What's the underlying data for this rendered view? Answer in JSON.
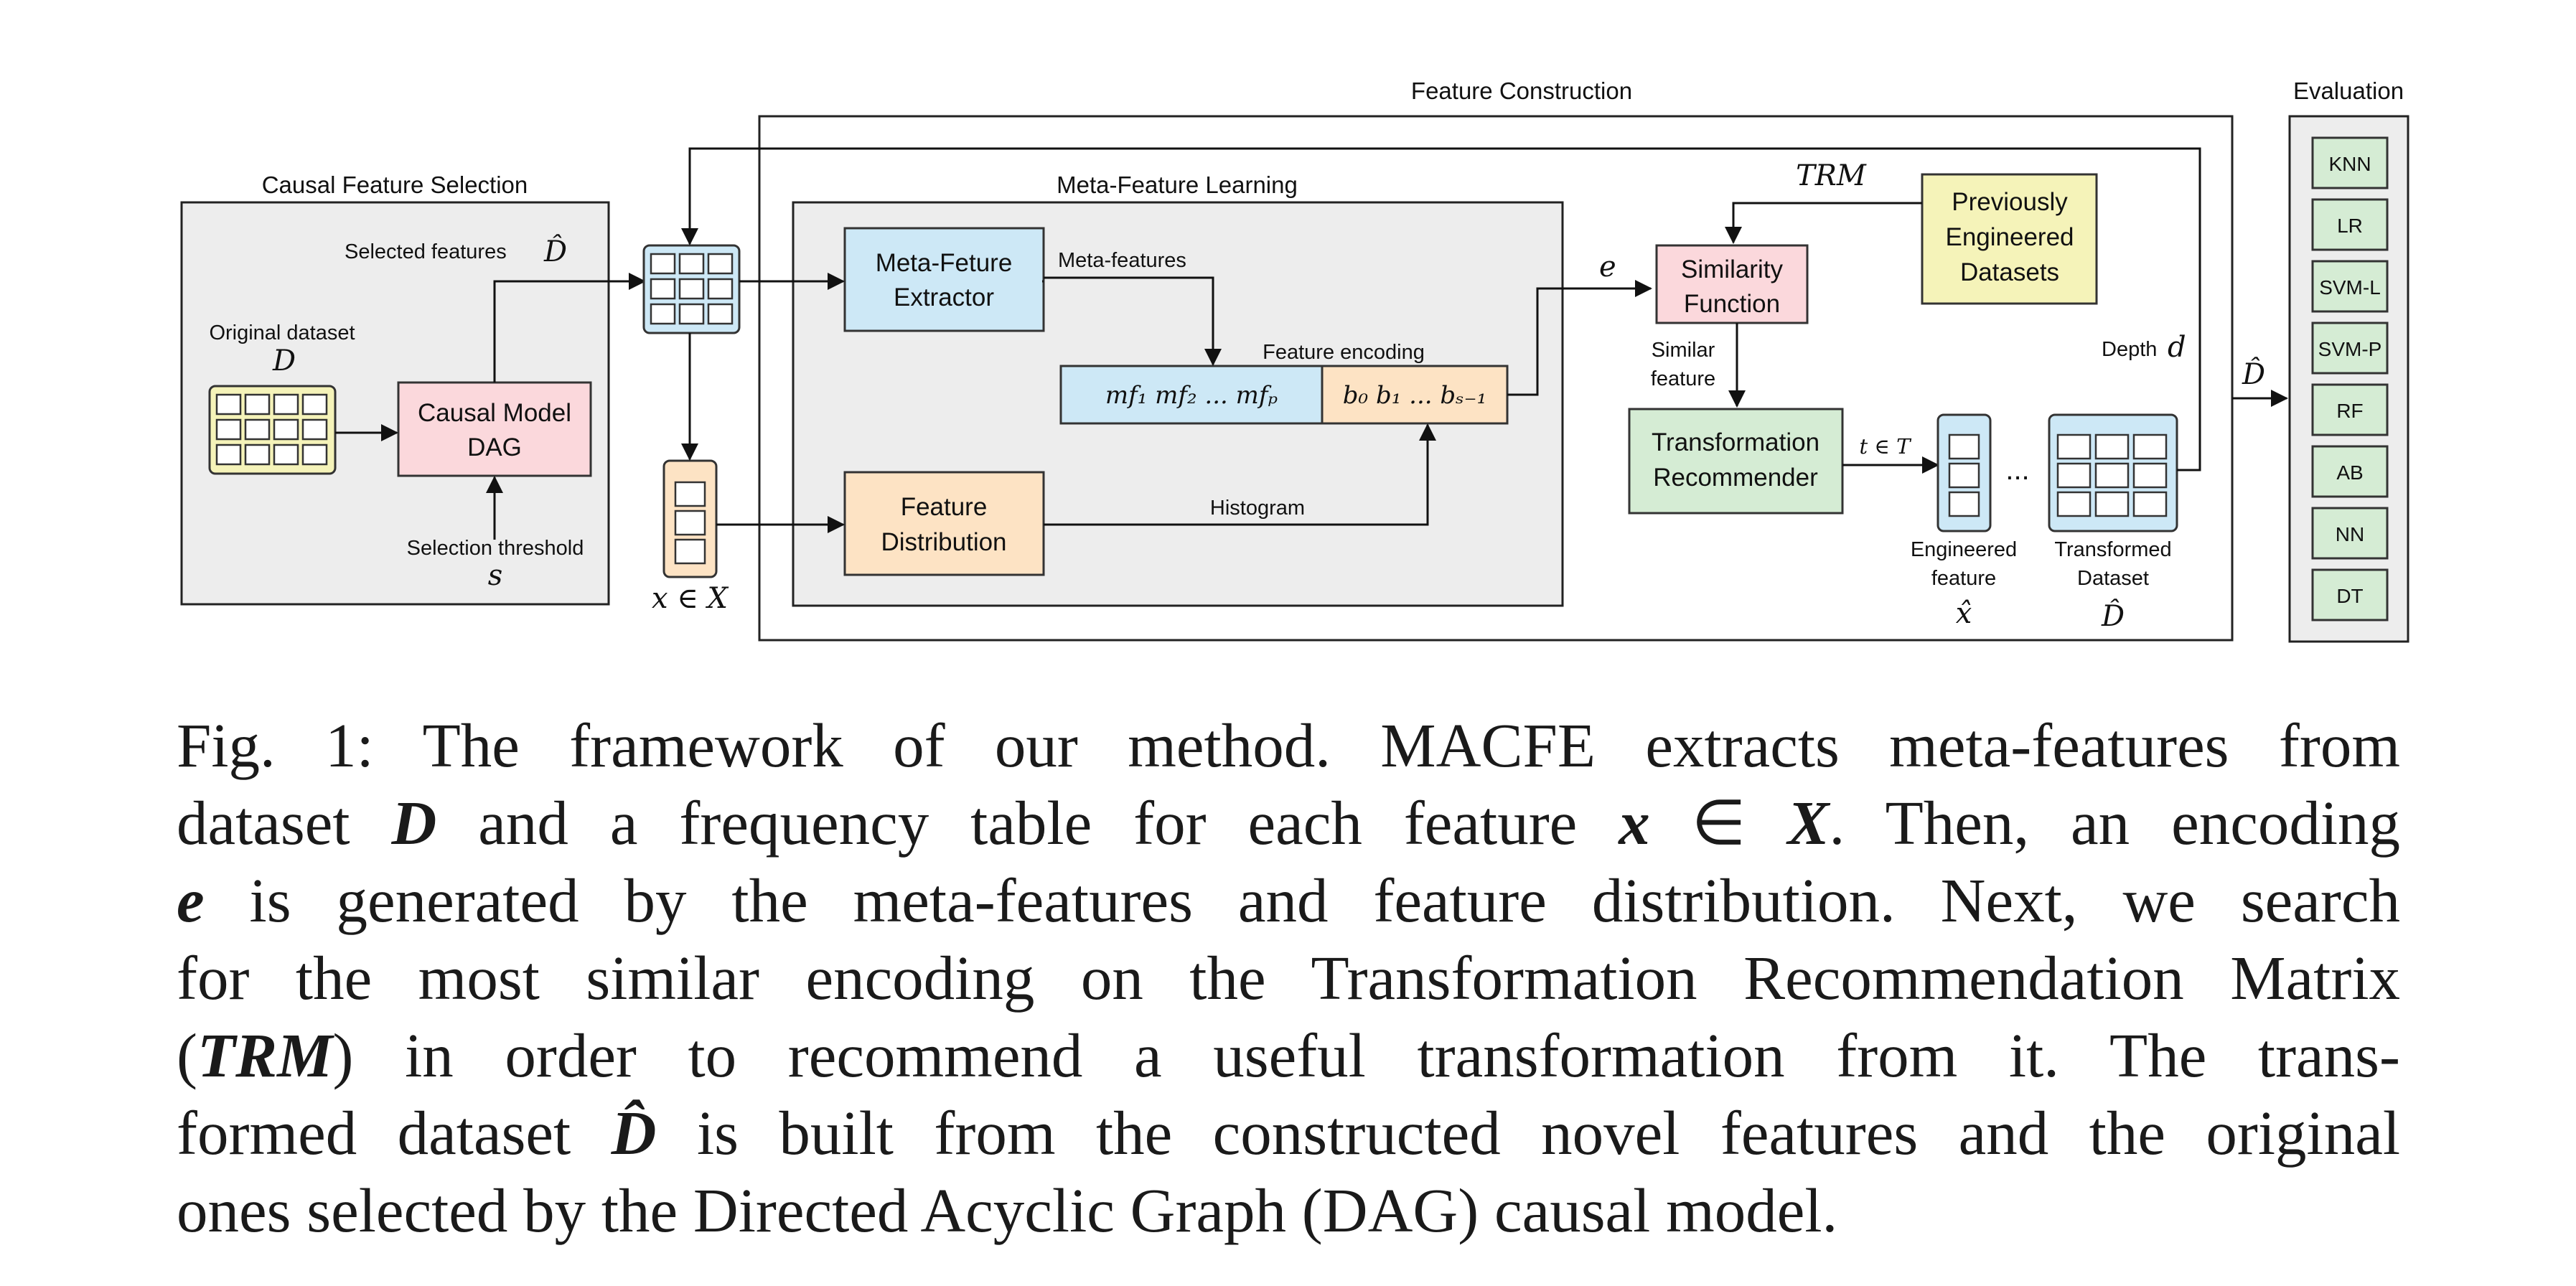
{
  "figure": {
    "causal": {
      "title": "Causal Feature Selection",
      "selected_label": "Selected features",
      "selected_symbol": "D̂",
      "original_label": "Original dataset",
      "original_symbol": "D",
      "model_line1": "Causal Model",
      "model_line2": "DAG",
      "threshold_label": "Selection threshold",
      "threshold_symbol": "s"
    },
    "x_label": "x ∈ X",
    "feature_construction_title": "Feature Construction",
    "meta": {
      "title": "Meta-Feature Learning",
      "extractor_line1": "Meta-Feture",
      "extractor_line2": "Extractor",
      "metafeatures_label": "Meta-features",
      "encoding_label": "Feature encoding",
      "mf_text": "mf₁  mf₂  ...  mfₚ",
      "b_text": "b₀  b₁ ...  bₛ₋₁",
      "distribution_line1": "Feature",
      "distribution_line2": "Distribution",
      "histogram_label": "Histogram"
    },
    "e_label": "e",
    "trm_label": "TRM",
    "previous_line1": "Previously",
    "previous_line2": "Engineered",
    "previous_line3": "Datasets",
    "similarity_line1": "Similarity",
    "similarity_line2": "Function",
    "similar_line1": "Similar",
    "similar_line2": "feature",
    "recommender_line1": "Transformation",
    "recommender_line2": "Recommender",
    "t_label": "t ∈ T",
    "dots": "...",
    "depth_label": "Depth",
    "depth_symbol": "d",
    "engineered_line1": "Engineered",
    "engineered_line2": "feature",
    "engineered_symbol": "x̂",
    "transformed_line1": "Transformed",
    "transformed_line2": "Dataset",
    "transformed_symbol": "D̂",
    "output_symbol": "D̂",
    "evaluation": {
      "title": "Evaluation",
      "models": [
        "KNN",
        "LR",
        "SVM-L",
        "SVM-P",
        "RF",
        "AB",
        "NN",
        "DT"
      ]
    },
    "colors": {
      "blue": "#cde8f6",
      "pink": "#fbd8dc",
      "orange": "#fde3c4",
      "yellow": "#f5f3b9",
      "green": "#d5ecd4",
      "gray_panel": "#ededed"
    }
  },
  "caption": {
    "line1": "Fig. 1: The framework of our method. MACFE extracts meta-features from",
    "line2_a": "dataset ",
    "line2_D": "D",
    "line2_b": " and a frequency table for each feature ",
    "line2_x": "x",
    "line2_in": " ∈ ",
    "line2_X": "X",
    "line2_c": ". Then, an encoding",
    "line3_e": "e",
    "line3_b": " is generated by the meta-features and feature distribution. Next, we search",
    "line4": "for the most similar encoding on the Transformation Recommendation Matrix",
    "line5_a": "(",
    "line5_trm": "TRM",
    "line5_b": ") in order to recommend a useful transformation from it. The trans-",
    "line6_a": "formed dataset ",
    "line6_D": "D̂",
    "line6_b": " is built from the constructed novel features and the original",
    "line7": "ones selected by the Directed Acyclic Graph (DAG) causal model."
  }
}
